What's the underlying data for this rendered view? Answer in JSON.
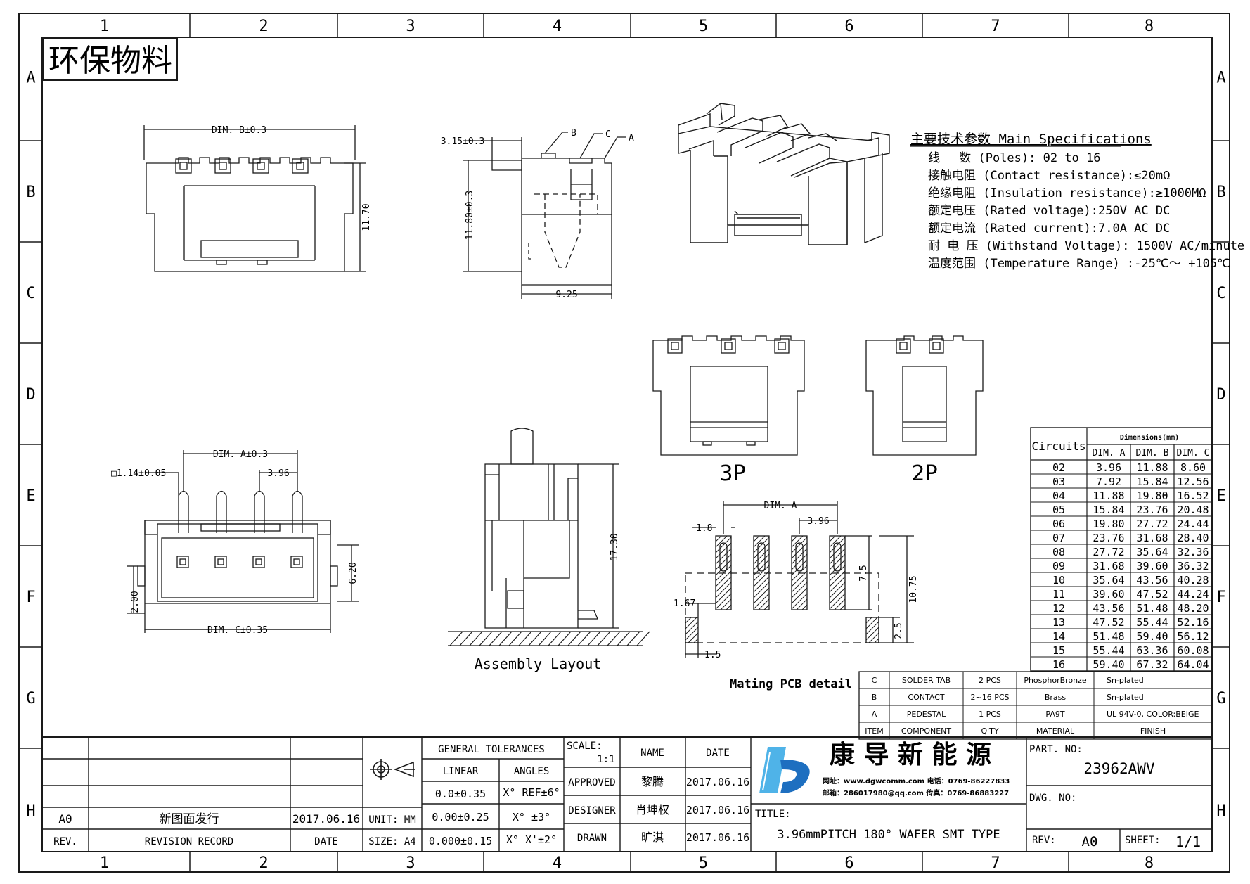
{
  "frame": {
    "col_labels": [
      "1",
      "2",
      "3",
      "4",
      "5",
      "6",
      "7",
      "8"
    ],
    "row_labels": [
      "A",
      "B",
      "C",
      "D",
      "E",
      "F",
      "G",
      "H"
    ]
  },
  "stamp": "环保物料",
  "specs": {
    "heading": "主要技术参数 Main Specifications",
    "lines": [
      "线　 数 (Poles): 02 to 16",
      "接触电阻 (Contact resistance):≤20mΩ",
      "绝缘电阻 (Insulation resistance):≥1000MΩ",
      "额定电压 (Rated voltage):250V AC DC",
      "额定电流 (Rated current):7.0A AC DC",
      "耐 电 压 (Withstand Voltage): 1500V AC/minute",
      "温度范围 (Temperature Range) :-25℃～ +105℃"
    ]
  },
  "views": {
    "front_top": {
      "dim_b": "DIM. B±0.3",
      "height": "11.70"
    },
    "side_top": {
      "dim_w": "3.15±0.3",
      "dim_h": "11.80±0.3",
      "dim_base": "9.25",
      "callouts": [
        "B",
        "C",
        "A"
      ]
    },
    "bottom_view": {
      "dim_a": "DIM. A±0.3",
      "pin_sq": "□1.14±0.05",
      "pitch": "3.96",
      "h1": "6.20",
      "h2": "2.00",
      "dim_c": "DIM. C±0.35"
    },
    "assembly": {
      "height": "17.30",
      "caption": "Assembly Layout"
    },
    "small_views": {
      "label_3p": "3P",
      "label_2p": "2P"
    },
    "pcb": {
      "dim_a": "DIM. A",
      "pitch": "3.96",
      "w1": "1.8",
      "h_pad": "7.5",
      "h_total": "10.75",
      "w_tab": "1.67",
      "tab_h": "2.5",
      "w_tab2": "1.5",
      "caption": "Mating PCB detail"
    }
  },
  "dimensions_table": {
    "caption": "Dimensions(mm)",
    "headers": [
      "Circuits",
      "DIM. A",
      "DIM. B",
      "DIM. C"
    ],
    "rows": [
      [
        "02",
        "3.96",
        "11.88",
        "8.60"
      ],
      [
        "03",
        "7.92",
        "15.84",
        "12.56"
      ],
      [
        "04",
        "11.88",
        "19.80",
        "16.52"
      ],
      [
        "05",
        "15.84",
        "23.76",
        "20.48"
      ],
      [
        "06",
        "19.80",
        "27.72",
        "24.44"
      ],
      [
        "07",
        "23.76",
        "31.68",
        "28.40"
      ],
      [
        "08",
        "27.72",
        "35.64",
        "32.36"
      ],
      [
        "09",
        "31.68",
        "39.60",
        "36.32"
      ],
      [
        "10",
        "35.64",
        "43.56",
        "40.28"
      ],
      [
        "11",
        "39.60",
        "47.52",
        "44.24"
      ],
      [
        "12",
        "43.56",
        "51.48",
        "48.20"
      ],
      [
        "13",
        "47.52",
        "55.44",
        "52.16"
      ],
      [
        "14",
        "51.48",
        "59.40",
        "56.12"
      ],
      [
        "15",
        "55.44",
        "63.36",
        "60.08"
      ],
      [
        "16",
        "59.40",
        "67.32",
        "64.04"
      ]
    ]
  },
  "bom": {
    "rows": [
      [
        "C",
        "SOLDER TAB",
        "2 PCS",
        "PhosphorBronze",
        "Sn-plated"
      ],
      [
        "B",
        "CONTACT",
        "2~16 PCS",
        "Brass",
        "Sn-plated"
      ],
      [
        "A",
        "PEDESTAL",
        "1 PCS",
        "PA9T",
        "UL 94V-0, COLOR:BEIGE"
      ]
    ],
    "headers": [
      "ITEM",
      "COMPONENT",
      "Q'TY",
      "MATERIAL",
      "FINISH"
    ]
  },
  "title_block": {
    "rev_row": {
      "rev": "A0",
      "record": "新图面发行",
      "date": "2017.06.16"
    },
    "rev_header": {
      "rev": "REV.",
      "record": "REVISION RECORD",
      "date": "DATE"
    },
    "unit": "UNIT: MM",
    "size": "SIZE: A4",
    "gen_tol": "GENERAL TOLERANCES",
    "linear": "LINEAR",
    "angles": "ANGLES",
    "tol_linear": [
      "0.0±0.35",
      "0.00±0.25",
      "0.000±0.15"
    ],
    "tol_angles": [
      "X° REF±6°",
      "X° ±3°",
      "X° X'±2°"
    ],
    "scale_label": "SCALE:",
    "scale_value": "1:1",
    "name_hdr": "NAME",
    "date_hdr": "DATE",
    "approved": {
      "label": "APPROVED",
      "name": "黎腾",
      "date": "2017.06.16"
    },
    "designer": {
      "label": "DESIGNER",
      "name": "肖坤权",
      "date": "2017.06.16"
    },
    "drawn": {
      "label": "DRAWN",
      "name": "旷淇",
      "date": "2017.06.16"
    },
    "company": "康 导 新 能 源",
    "contact_1": "网址：www.dgwcomm.com  电话：0769-86227833",
    "contact_2": "邮箱：286017980@qq.com 传真：0769-86883227",
    "title_label": "TITLE:",
    "title": "3.96mmPITCH 180° WAFER SMT TYPE",
    "part_no_label": "PART. NO:",
    "part_no": "23962AWV",
    "dwg_no_label": "DWG. NO:",
    "rev_label": "REV:",
    "rev_value": "A0",
    "sheet_label": "SHEET:",
    "sheet_value": "1/1"
  },
  "colors": {
    "line": "#1a1a1a",
    "logo_blue": "#1e6fc0",
    "logo_light": "#4fb3e8"
  }
}
